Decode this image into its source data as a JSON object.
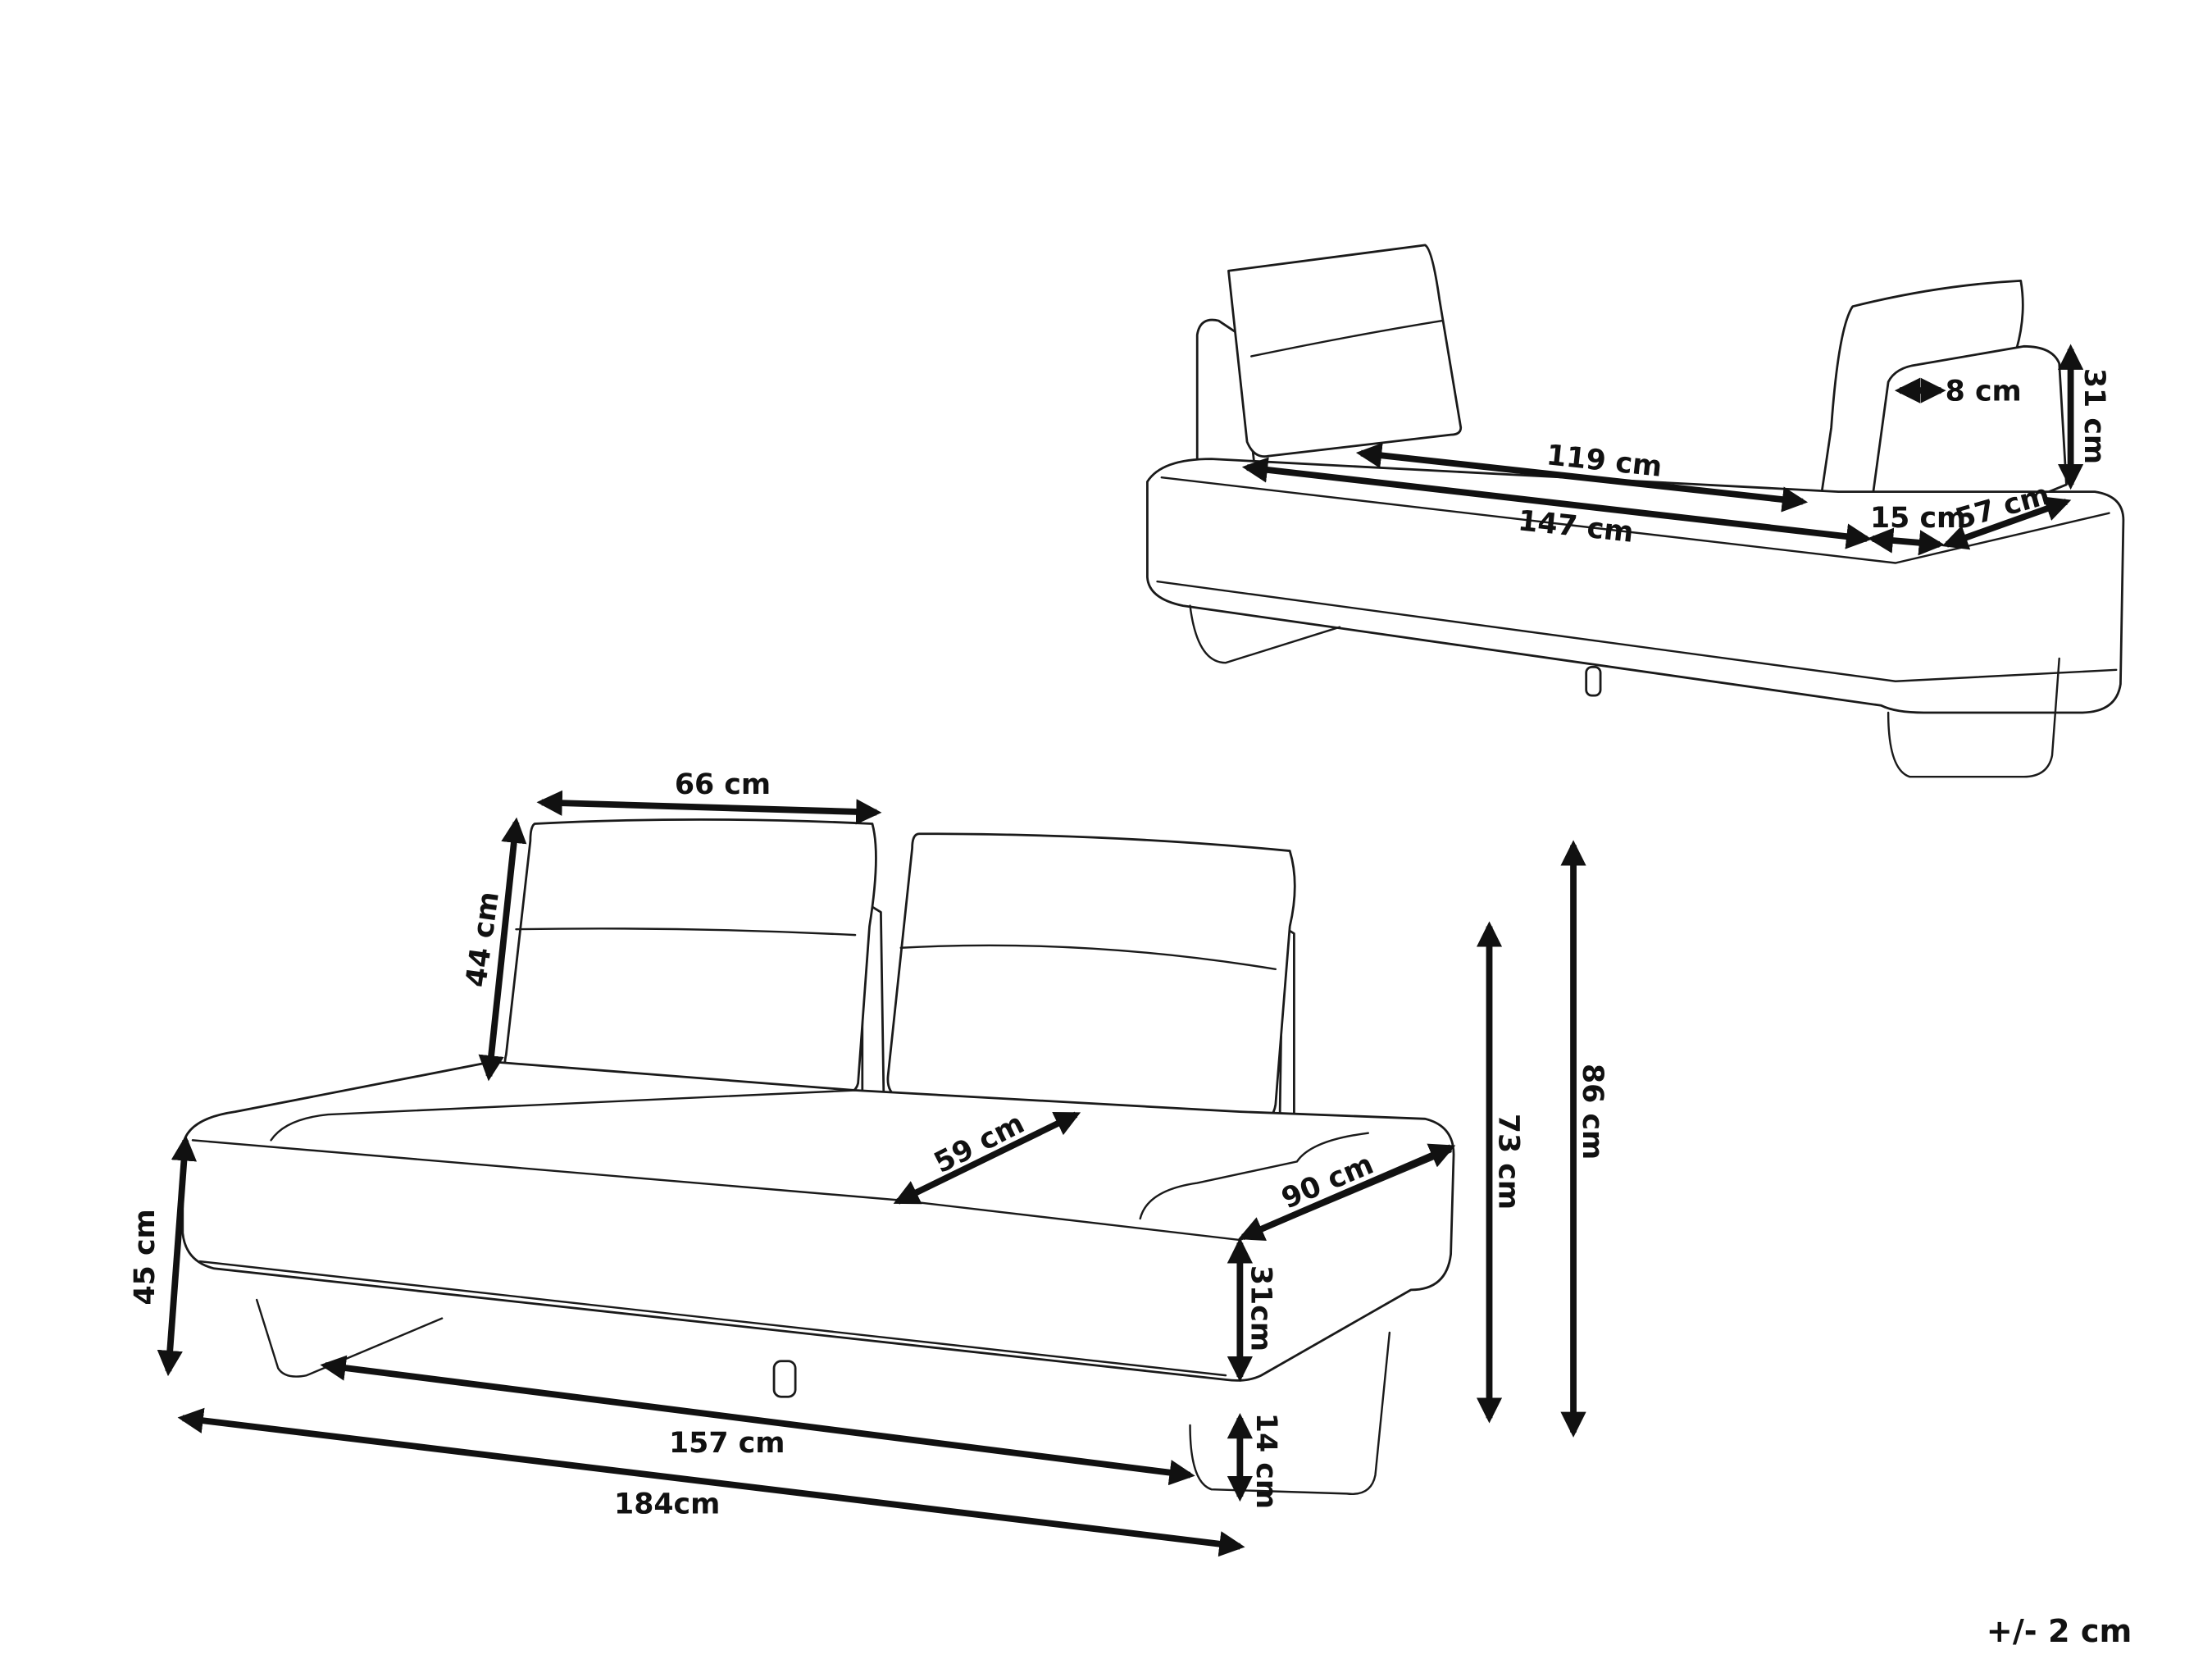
{
  "front_view": {
    "cushion_width": "66 cm",
    "cushion_height": "44 cm",
    "seat_depth": "59 cm",
    "side_depth": "90 cm",
    "seat_height": "45 cm",
    "body_height": "31cm",
    "leg_span": "157 cm",
    "total_width": "184cm",
    "leg_height": "14 cm",
    "height_without_cushion": "73 cm",
    "total_height": "86 cm"
  },
  "back_view": {
    "inner_width": "119 cm",
    "seat_width": "147 cm",
    "armrest_top_width": "8 cm",
    "armrest_height": "31 cm",
    "armrest_base_width": "15 cm",
    "armrest_length": "57 cm"
  },
  "tolerance": "+/- 2 cm",
  "colors": {
    "line": "#1a1a1a",
    "background": "#ffffff"
  }
}
